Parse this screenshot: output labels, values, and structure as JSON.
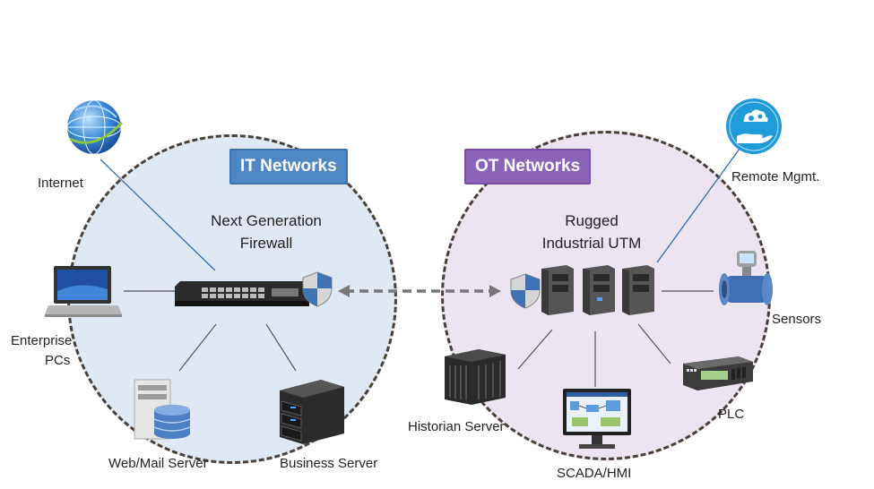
{
  "it_zone": {
    "badge": "IT Networks",
    "center_label_line1": "Next Generation",
    "center_label_line2": "Firewall"
  },
  "ot_zone": {
    "badge": "OT Networks",
    "center_label_line1": "Rugged",
    "center_label_line2": "Industrial UTM"
  },
  "nodes": {
    "internet": "Internet",
    "enterprise_line1": "Enterprise",
    "enterprise_line2": "PCs",
    "web_mail": "Web/Mail Server",
    "business": "Business Server",
    "historian": "Historian Server",
    "scada": "SCADA/HMI",
    "plc": "PLC",
    "sensors": "Sensors",
    "remote": "Remote Mgmt."
  },
  "colors": {
    "it_badge": "#4f87c4",
    "ot_badge": "#8b63b8",
    "it_zone": "#dfe9f4",
    "ot_zone": "#ece4f1",
    "connector": "#2e6db4"
  }
}
